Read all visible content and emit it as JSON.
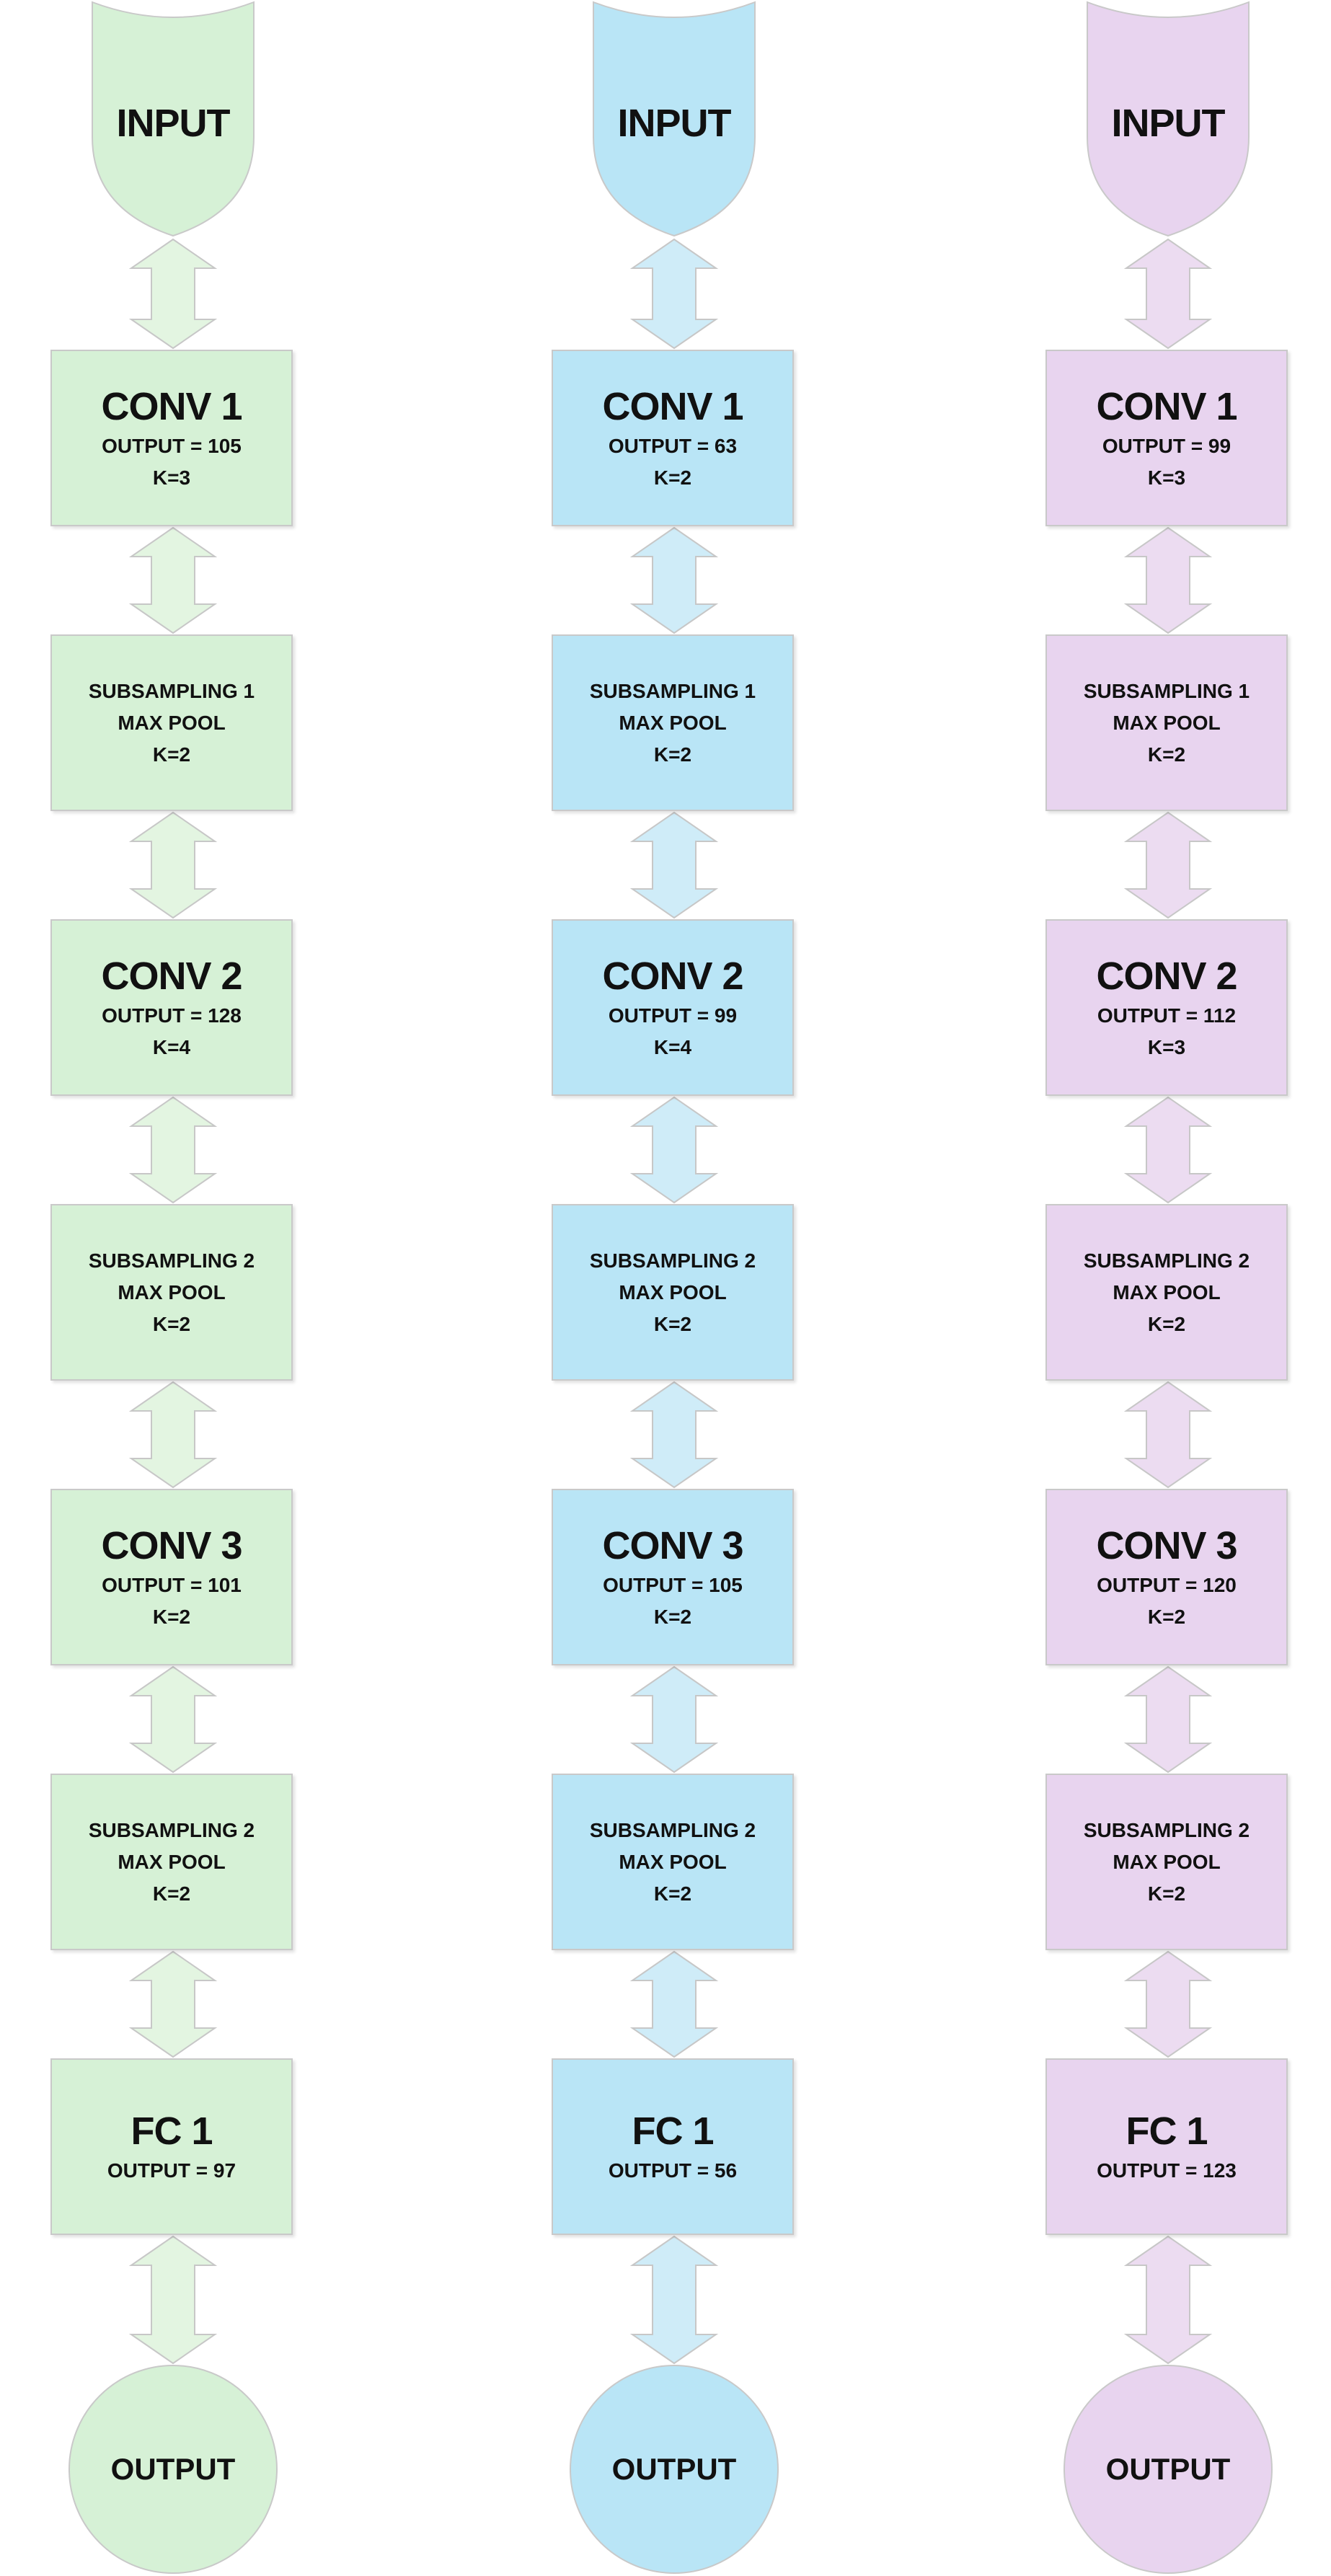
{
  "columns": [
    {
      "fill": "#d6f1d6",
      "arrow_fill": "#e3f5e1",
      "input_label": "INPUT",
      "conv1": {
        "title": "CONV 1",
        "output": "OUTPUT = 105",
        "k": "K=3"
      },
      "sub1": {
        "title": "SUBSAMPLING 1",
        "pool": "MAX POOL",
        "k": "K=2"
      },
      "conv2": {
        "title": "CONV 2",
        "output": "OUTPUT = 128",
        "k": "K=4"
      },
      "sub2": {
        "title": "SUBSAMPLING 2",
        "pool": "MAX POOL",
        "k": "K=2"
      },
      "conv3": {
        "title": "CONV 3",
        "output": "OUTPUT = 101",
        "k": "K=2"
      },
      "sub3": {
        "title": "SUBSAMPLING 2",
        "pool": "MAX POOL",
        "k": "K=2"
      },
      "fc1": {
        "title": "FC 1",
        "output": "OUTPUT = 97"
      },
      "output_label": "OUTPUT"
    },
    {
      "fill": "#b9e5f6",
      "arrow_fill": "#cfecf8",
      "input_label": "INPUT",
      "conv1": {
        "title": "CONV 1",
        "output": "OUTPUT = 63",
        "k": "K=2"
      },
      "sub1": {
        "title": "SUBSAMPLING 1",
        "pool": "MAX POOL",
        "k": "K=2"
      },
      "conv2": {
        "title": "CONV 2",
        "output": "OUTPUT = 99",
        "k": "K=4"
      },
      "sub2": {
        "title": "SUBSAMPLING 2",
        "pool": "MAX POOL",
        "k": "K=2"
      },
      "conv3": {
        "title": "CONV 3",
        "output": "OUTPUT = 105",
        "k": "K=2"
      },
      "sub3": {
        "title": "SUBSAMPLING 2",
        "pool": "MAX POOL",
        "k": "K=2"
      },
      "fc1": {
        "title": "FC 1",
        "output": "OUTPUT = 56"
      },
      "output_label": "OUTPUT"
    },
    {
      "fill": "#e8d4ef",
      "arrow_fill": "#ecdcf1",
      "input_label": "INPUT",
      "conv1": {
        "title": "CONV 1",
        "output": "OUTPUT = 99",
        "k": "K=3"
      },
      "sub1": {
        "title": "SUBSAMPLING 1",
        "pool": "MAX POOL",
        "k": "K=2"
      },
      "conv2": {
        "title": "CONV 2",
        "output": "OUTPUT = 112",
        "k": "K=3"
      },
      "sub2": {
        "title": "SUBSAMPLING 2",
        "pool": "MAX POOL",
        "k": "K=2"
      },
      "conv3": {
        "title": "CONV 3",
        "output": "OUTPUT = 120",
        "k": "K=2"
      },
      "sub3": {
        "title": "SUBSAMPLING 2",
        "pool": "MAX POOL",
        "k": "K=2"
      },
      "fc1": {
        "title": "FC 1",
        "output": "OUTPUT = 123"
      },
      "output_label": "OUTPUT"
    }
  ]
}
